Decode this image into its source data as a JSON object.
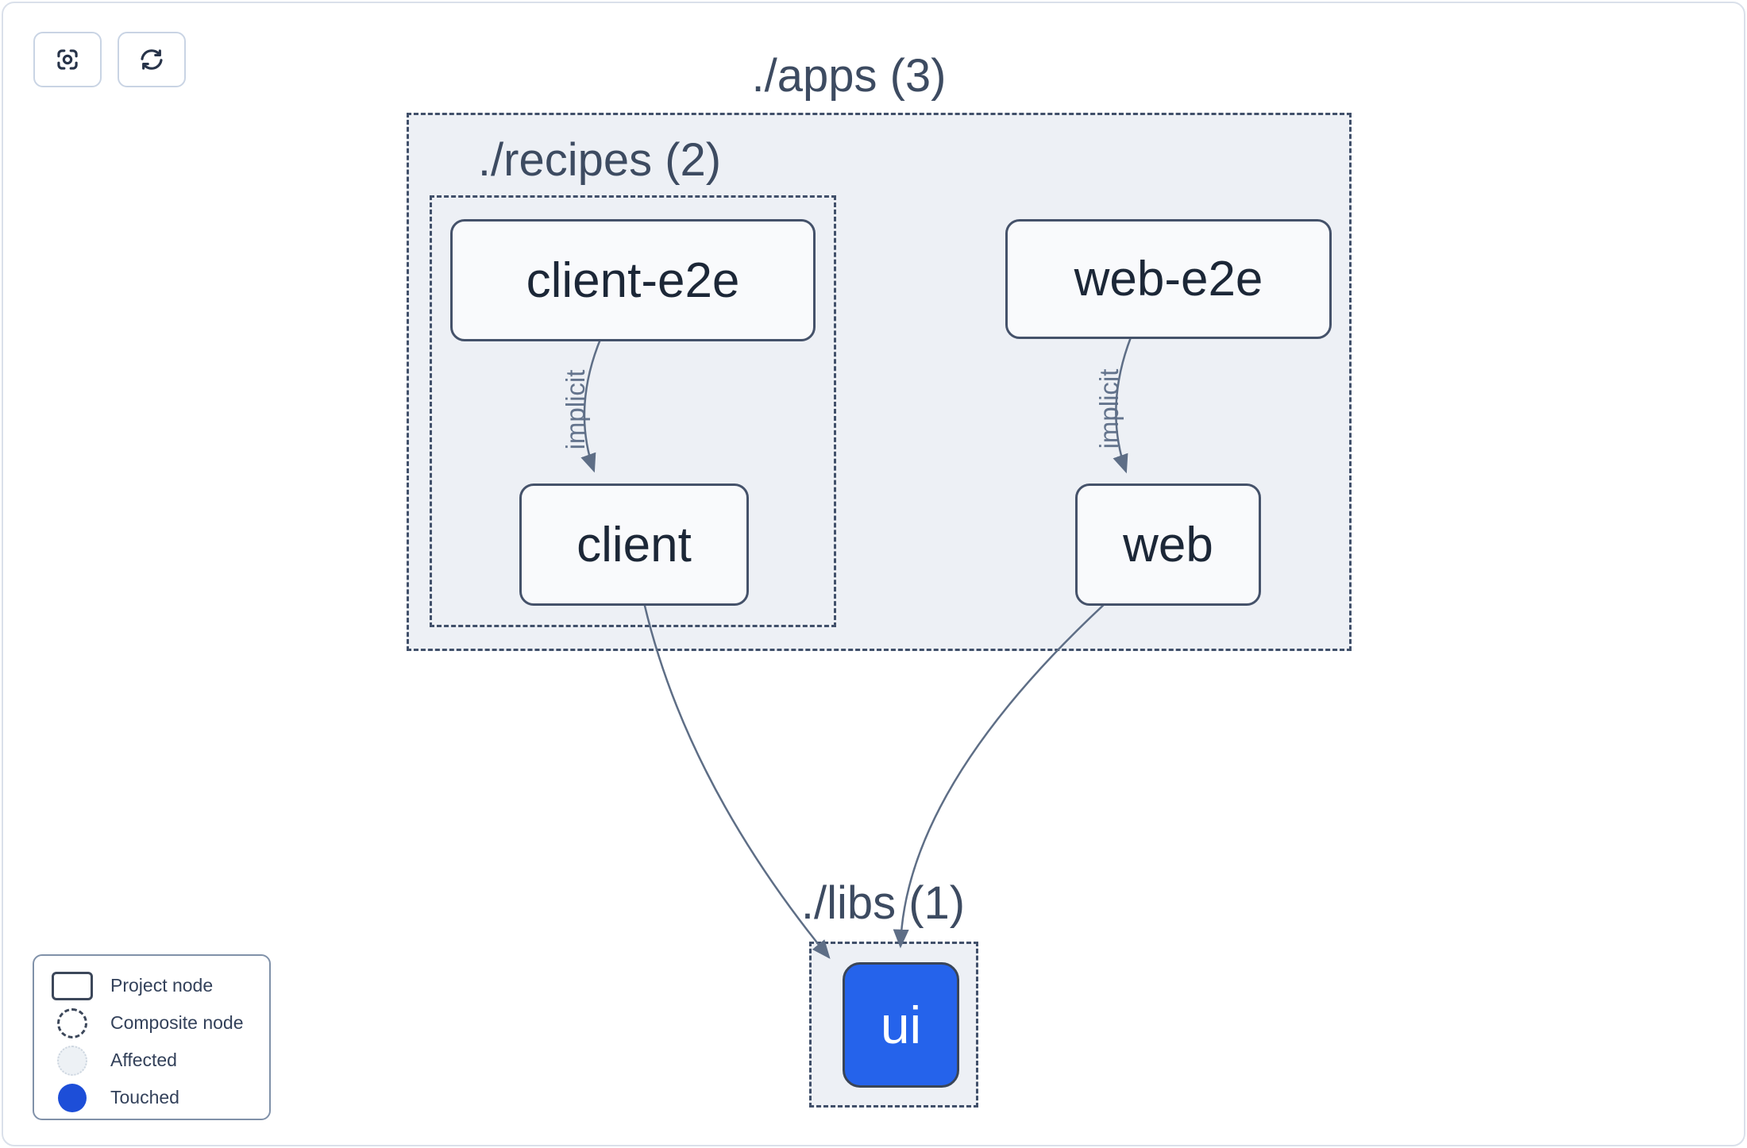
{
  "toolbar": {
    "focus_icon": "focus-icon",
    "refresh_icon": "refresh-icon"
  },
  "graph": {
    "groups": [
      {
        "id": "apps",
        "label": "./apps (3)"
      },
      {
        "id": "recipes",
        "label": "./recipes (2)"
      },
      {
        "id": "libs",
        "label": "./libs (1)"
      }
    ],
    "nodes": [
      {
        "id": "client-e2e",
        "label": "client-e2e",
        "state": "normal"
      },
      {
        "id": "web-e2e",
        "label": "web-e2e",
        "state": "normal"
      },
      {
        "id": "client",
        "label": "client",
        "state": "normal"
      },
      {
        "id": "web",
        "label": "web",
        "state": "normal"
      },
      {
        "id": "ui",
        "label": "ui",
        "state": "touched"
      }
    ],
    "edges": [
      {
        "from": "client-e2e",
        "to": "client",
        "label": "implicit"
      },
      {
        "from": "web-e2e",
        "to": "web",
        "label": "implicit"
      },
      {
        "from": "client",
        "to": "ui",
        "label": ""
      },
      {
        "from": "web",
        "to": "ui",
        "label": ""
      }
    ]
  },
  "legend": {
    "items": [
      {
        "label": "Project node",
        "swatch": "project-node-swatch"
      },
      {
        "label": "Composite node",
        "swatch": "composite-node-swatch"
      },
      {
        "label": "Affected",
        "swatch": "affected-swatch"
      },
      {
        "label": "Touched",
        "swatch": "touched-swatch"
      }
    ]
  },
  "colors": {
    "container_fill": "#edf0f5",
    "dashed_border": "#41506a",
    "edge": "#5e6e86",
    "touched_node_fill": "#2563eb",
    "touched_legend_fill": "#1d4ed8",
    "canvas_border": "#dae0ea"
  }
}
